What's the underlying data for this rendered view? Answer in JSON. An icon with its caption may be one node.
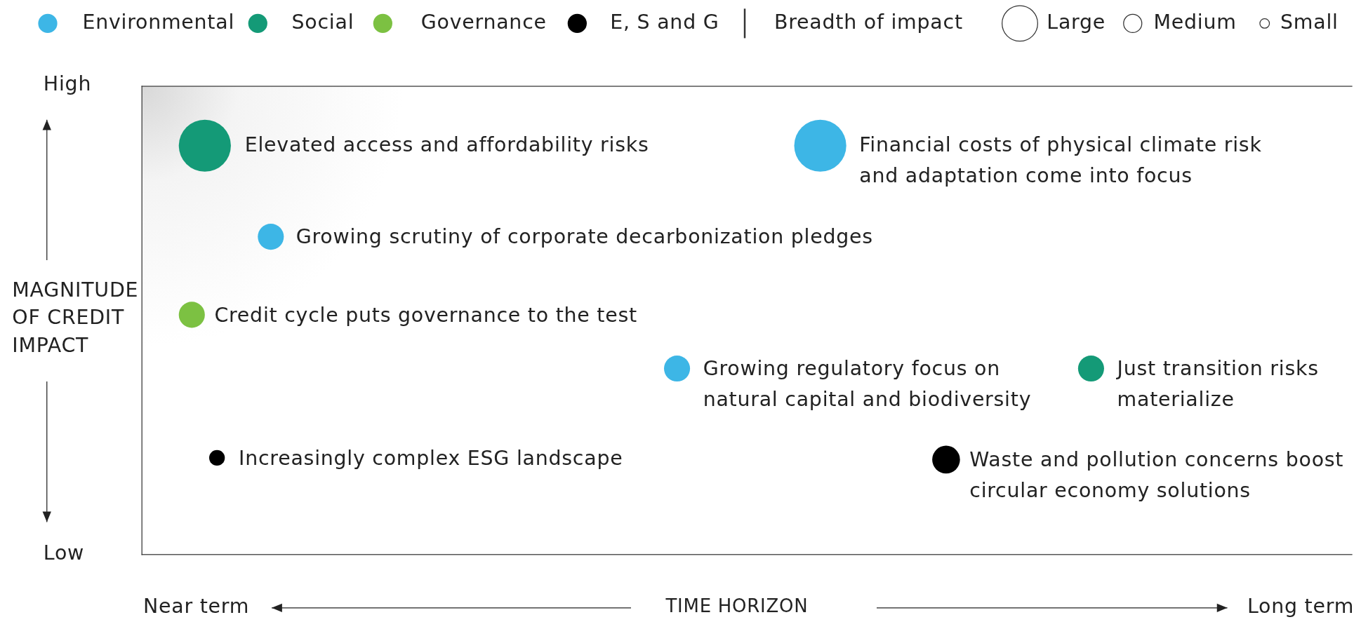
{
  "diagram": {
    "nodes": [
      {
        "text": [],
        "shape": "circle",
        "beside": [
          "Elevated access and affordability risks"
        ]
      },
      {
        "text": [],
        "shape": "circle",
        "beside": [
          "Financial costs of physical climate risk and adaptation come into focus"
        ]
      },
      {
        "text": [],
        "shape": "circle",
        "beside": [
          "Growing scrutiny of corporate decarbonization pledges"
        ]
      },
      {
        "text": [],
        "shape": "circle",
        "beside": [
          "Credit cycle puts governance to the test"
        ]
      },
      {
        "text": [],
        "shape": "circle",
        "beside": [
          "Growing regulatory focus on natural capital and biodiversity"
        ]
      },
      {
        "text": [],
        "shape": "circle",
        "beside": [
          "Just transition risks materialize"
        ]
      },
      {
        "text": [],
        "shape": "circle",
        "beside": [
          "Increasingly complex ESG landscape"
        ]
      },
      {
        "text": [],
        "shape": "circle",
        "beside": [
          "Waste and pollution concerns boost circular economy solutions"
        ]
      }
    ],
    "labels": [
      "Breadth of impact",
      "High",
      "MAGNITUDE OF CREDIT IMPACT",
      "Low",
      "Near term",
      "TIME HORIZON",
      "Long term"
    ],
    "legend": [
      {
        "text": "Environmental",
        "color": "#3db6e6"
      },
      {
        "text": "Social",
        "color": "#149a77"
      },
      {
        "text": "Governance",
        "color": "#7cc142"
      },
      {
        "text": "E, S and G",
        "color": "#000000"
      },
      {
        "text": "Large"
      },
      {
        "text": "Medium"
      },
      {
        "text": "Small"
      }
    ]
  }
}
